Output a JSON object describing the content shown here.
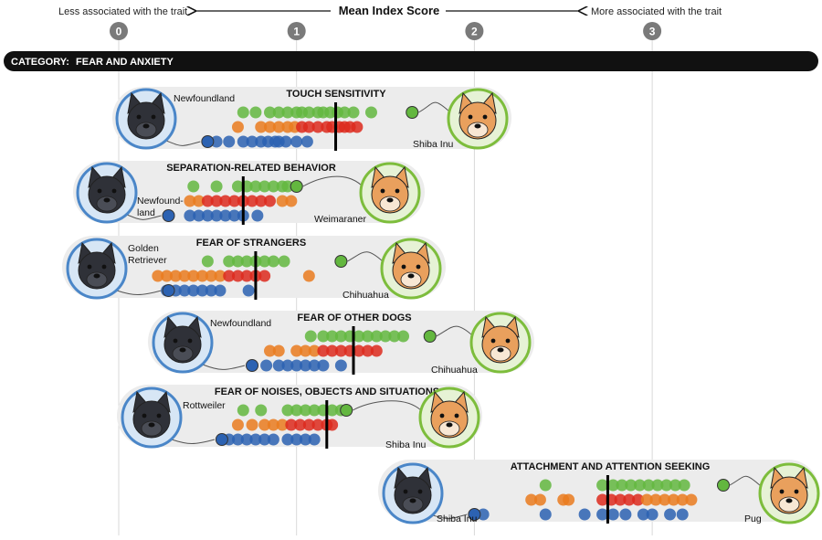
{
  "header": {
    "center_title": "Mean Index Score",
    "left_text": "Less associated with the trait",
    "right_text": "More associated with the trait",
    "ticks": [
      "0",
      "1",
      "2",
      "3"
    ]
  },
  "category_bar": {
    "label_key": "CATEGORY:",
    "label_value": "FEAR AND ANXIETY"
  },
  "colors": {
    "green": "#63b73f",
    "orange": "#ea7b1e",
    "red": "#dd2a1d",
    "blue": "#2c62b2",
    "panel": "#ececec",
    "mean_line": "#000000"
  },
  "chart_data": {
    "type": "scatter",
    "xlim": [
      0,
      3
    ],
    "xlabel": "Mean Index Score",
    "ticks": [
      0,
      1,
      2,
      3
    ],
    "traits": [
      {
        "title": "TOUCH SENSITIVITY",
        "low_breed": [
          "Newfoundland"
        ],
        "high_breed": [
          "Shiba Inu"
        ],
        "mean": 1.22,
        "range": [
          0.5,
          1.65
        ],
        "low_point": 0.5,
        "high_point": 1.65,
        "green": [
          0.7,
          0.77,
          0.85,
          0.9,
          0.95,
          1.0,
          1.03,
          1.07,
          1.12,
          1.15,
          1.19,
          1.23,
          1.27,
          1.32,
          1.42
        ],
        "orange_red": [
          0.67,
          0.8,
          0.85,
          0.9,
          0.95,
          0.99,
          1.03,
          1.07,
          1.12,
          1.17,
          1.2,
          1.24,
          1.27,
          1.3,
          1.34
        ],
        "blue": [
          0.55,
          0.62,
          0.7,
          0.75,
          0.8,
          0.84,
          0.88,
          0.9,
          0.94,
          1.0,
          1.06
        ]
      },
      {
        "title": "SEPARATION-RELATED BEHAVIOR",
        "low_breed": [
          "Newfound-",
          "land"
        ],
        "high_breed": [
          "Weimaraner"
        ],
        "mean": 0.7,
        "range": [
          0.28,
          1.0
        ],
        "low_point": 0.28,
        "high_point": 1.0,
        "green": [
          0.42,
          0.55,
          0.67,
          0.72,
          0.77,
          0.82,
          0.87,
          0.92,
          0.95
        ],
        "orange_red": [
          0.4,
          0.45,
          0.5,
          0.55,
          0.6,
          0.65,
          0.7,
          0.75,
          0.8,
          0.85,
          0.92,
          0.97
        ],
        "blue": [
          0.4,
          0.45,
          0.5,
          0.55,
          0.6,
          0.65,
          0.7,
          0.78
        ]
      },
      {
        "title": "FEAR OF STRANGERS",
        "low_breed": [
          "Golden",
          "Retriever"
        ],
        "high_breed": [
          "Chihuahua"
        ],
        "mean": 0.77,
        "range": [
          0.28,
          1.25
        ],
        "low_point": 0.28,
        "high_point": 1.25,
        "green": [
          0.5,
          0.62,
          0.67,
          0.72,
          0.77,
          0.82,
          0.87,
          0.93
        ],
        "orange_red": [
          0.22,
          0.27,
          0.32,
          0.37,
          0.42,
          0.47,
          0.52,
          0.57,
          0.62,
          0.67,
          0.72,
          0.77,
          0.82,
          1.07
        ],
        "blue": [
          0.27,
          0.32,
          0.37,
          0.42,
          0.47,
          0.52,
          0.57,
          0.73
        ]
      },
      {
        "title": "FEAR OF OTHER DOGS",
        "low_breed": [
          "Newfoundland"
        ],
        "high_breed": [
          "Chihuahua"
        ],
        "mean": 1.32,
        "range": [
          0.75,
          1.75
        ],
        "low_point": 0.75,
        "high_point": 1.75,
        "green": [
          1.08,
          1.15,
          1.2,
          1.25,
          1.3,
          1.35,
          1.4,
          1.45,
          1.5,
          1.55,
          1.6
        ],
        "orange_red": [
          0.85,
          0.9,
          1.0,
          1.05,
          1.1,
          1.15,
          1.2,
          1.25,
          1.3,
          1.35,
          1.4,
          1.45
        ],
        "blue": [
          0.75,
          0.83,
          0.9,
          0.95,
          1.0,
          1.05,
          1.1,
          1.15,
          1.25
        ]
      },
      {
        "title": "FEAR OF NOISES, OBJECTS AND SITUATIONS",
        "low_breed": [
          "Rottweiler"
        ],
        "high_breed": [
          "Shiba Inu"
        ],
        "mean": 1.17,
        "range": [
          0.58,
          1.28
        ],
        "low_point": 0.58,
        "high_point": 1.28,
        "green": [
          0.7,
          0.8,
          0.95,
          1.0,
          1.05,
          1.1,
          1.15,
          1.2,
          1.25
        ],
        "orange_red": [
          0.67,
          0.75,
          0.82,
          0.87,
          0.92,
          0.97,
          1.02,
          1.07,
          1.12,
          1.17,
          1.2
        ],
        "blue": [
          0.62,
          0.67,
          0.72,
          0.77,
          0.82,
          0.87,
          0.95,
          1.0,
          1.05,
          1.1
        ]
      },
      {
        "title": "ATTACHMENT AND ATTENTION SEEKING",
        "low_breed": [
          "Shiba Inu"
        ],
        "high_breed": [
          "Pug"
        ],
        "mean": 2.75,
        "range": [
          2.0,
          3.4
        ],
        "low_point": 2.0,
        "high_point": 3.4,
        "green": [
          2.4,
          2.72,
          2.78,
          2.83,
          2.88,
          2.93,
          2.98,
          3.03,
          3.08,
          3.13,
          3.18
        ],
        "orange_red": [
          2.32,
          2.37,
          2.5,
          2.53,
          2.72,
          2.77,
          2.82,
          2.87,
          2.92,
          2.97,
          3.02,
          3.07,
          3.12,
          3.17,
          3.22
        ],
        "blue": [
          2.05,
          2.4,
          2.62,
          2.72,
          2.78,
          2.85,
          2.95,
          3.0,
          3.1,
          3.17
        ]
      }
    ]
  }
}
